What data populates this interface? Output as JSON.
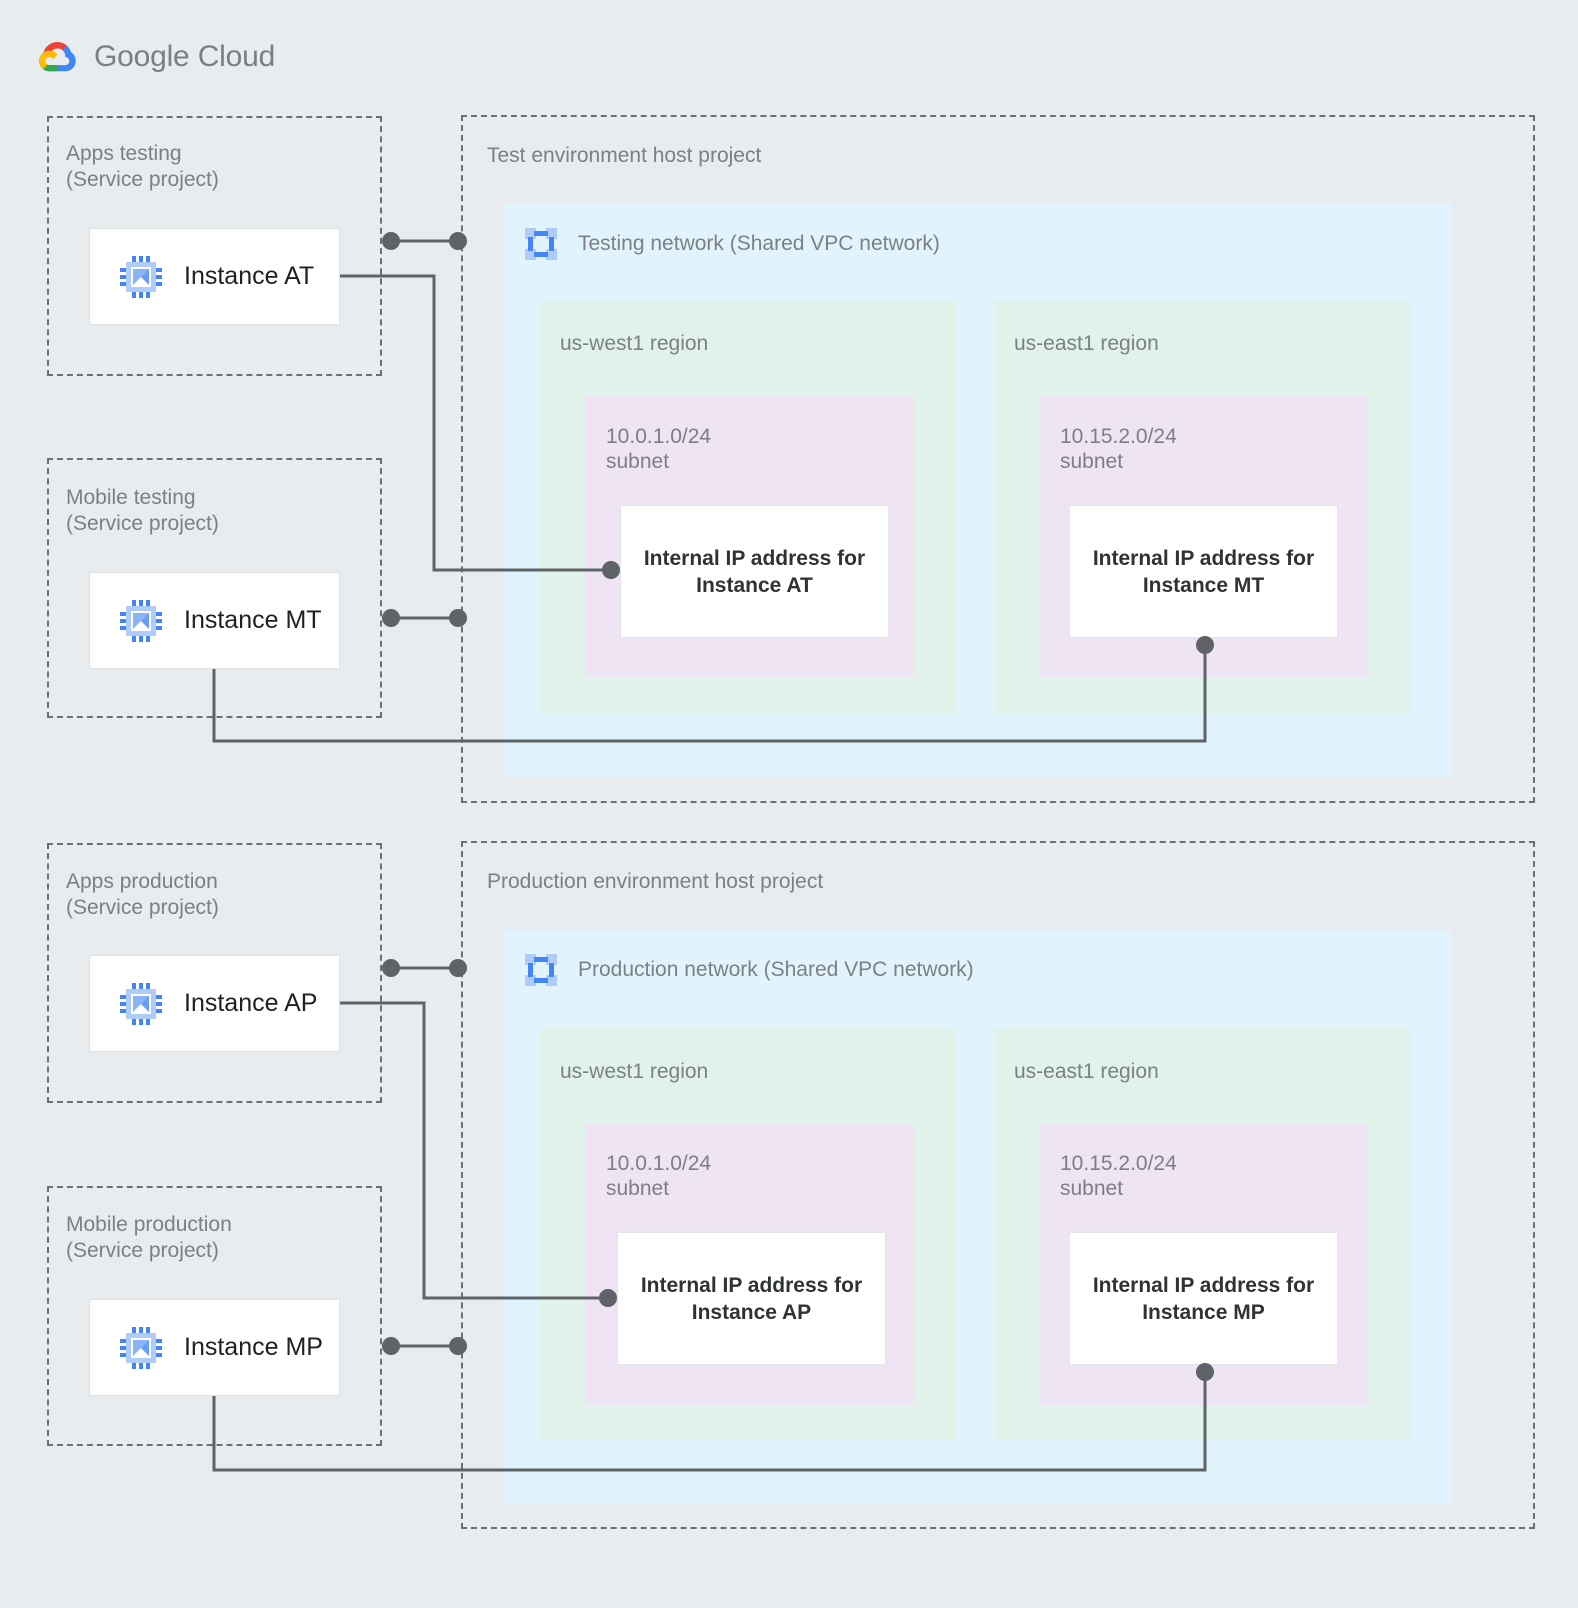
{
  "brand": {
    "name_bold": "Google",
    "name_light": "Cloud",
    "logo_icon": "google-cloud-logo",
    "colors": {
      "red": "#ea4335",
      "yellow": "#fbbc05",
      "green": "#34a853",
      "blue": "#4285f4"
    }
  },
  "theme": {
    "page_bg": "#e8ecee",
    "dashed_border": "#6d7073",
    "label_gray": "#7c8084",
    "vpc_blue": "#e1f4fd",
    "region_green": "#e0f2e9",
    "subnet_purple": "#eee4f4",
    "card_white": "#ffffff",
    "connector_gray": "#5f6368",
    "instance_text": "#202124",
    "ip_card_text": "#2f3336"
  },
  "service_projects": [
    {
      "id": "apps-testing",
      "title": "Apps testing\n(Service project)",
      "instance_label": "Instance AT",
      "instance_icon": "vm-instance-icon"
    },
    {
      "id": "mobile-testing",
      "title": "Mobile testing\n(Service project)",
      "instance_label": "Instance MT",
      "instance_icon": "vm-instance-icon"
    },
    {
      "id": "apps-production",
      "title": "Apps production\n(Service project)",
      "instance_label": "Instance AP",
      "instance_icon": "vm-instance-icon"
    },
    {
      "id": "mobile-production",
      "title": "Mobile production\n(Service project)",
      "instance_label": "Instance MP",
      "instance_icon": "vm-instance-icon"
    }
  ],
  "host_projects": [
    {
      "id": "test-env",
      "title": "Test environment host project",
      "network": {
        "title": "Testing network (Shared VPC network)",
        "icon": "vpc-network-icon"
      },
      "regions": [
        {
          "id": "test-us-west1",
          "title": "us-west1 region",
          "subnet": {
            "title": "10.0.1.0/24\nsubnet",
            "cidr": "10.0.1.0/24",
            "ip_card": "Internal IP address for\nInstance AT"
          }
        },
        {
          "id": "test-us-east1",
          "title": "us-east1 region",
          "subnet": {
            "title": "10.15.2.0/24\nsubnet",
            "cidr": "10.15.2.0/24",
            "ip_card": "Internal IP address for\nInstance MT"
          }
        }
      ]
    },
    {
      "id": "prod-env",
      "title": "Production environment host project",
      "network": {
        "title": "Production network (Shared VPC network)",
        "icon": "vpc-network-icon"
      },
      "regions": [
        {
          "id": "prod-us-west1",
          "title": "us-west1 region",
          "subnet": {
            "title": "10.0.1.0/24\nsubnet",
            "cidr": "10.0.1.0/24",
            "ip_card": "Internal IP address for\nInstance AP"
          }
        },
        {
          "id": "prod-us-east1",
          "title": "us-east1 region",
          "subnet": {
            "title": "10.15.2.0/24\nsubnet",
            "cidr": "10.15.2.0/24",
            "ip_card": "Internal IP address for\nInstance MP"
          }
        }
      ]
    }
  ]
}
